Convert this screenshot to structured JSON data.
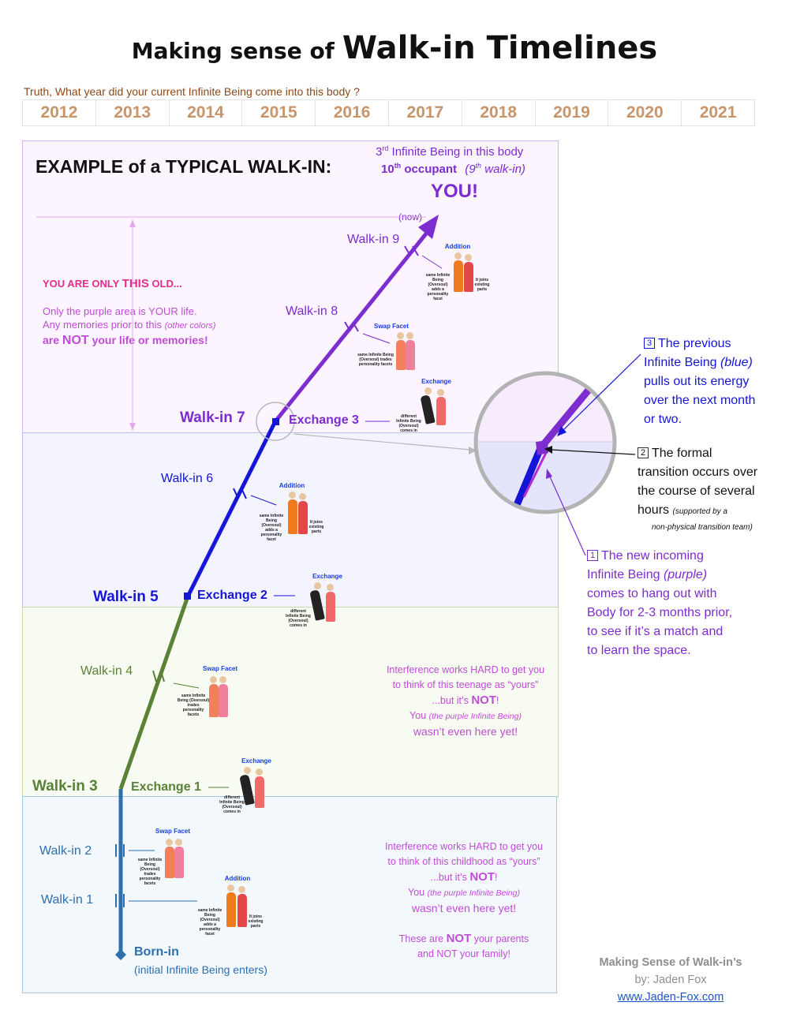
{
  "title": {
    "prefix": "Making sense of",
    "main": "Walk-in Timelines"
  },
  "question": "Truth, What year did your current Infinite Being come into this body ?",
  "years": [
    "2012",
    "2013",
    "2014",
    "2015",
    "2016",
    "2017",
    "2018",
    "2019",
    "2020",
    "2021"
  ],
  "example_title": "EXAMPLE of a TYPICAL WALK-IN:",
  "occupant": {
    "line1_pre": "3",
    "line1_sup": "rd",
    "line1_post": " Infinite Being in this body",
    "line2_pre": "10",
    "line2_sup": "th",
    "line2_post": " occupant",
    "line2_paren_pre": "(9",
    "line2_paren_sup": "th",
    "line2_paren_post": " walk-in)",
    "you": "YOU!",
    "now": "(now)"
  },
  "age_note": {
    "line1_pre": "YOU ARE ONLY ",
    "line1_bold": "THIS",
    "line1_post": " OLD...",
    "line2": "Only the purple area is YOUR life.",
    "line3_pre": "Any memories prior to this ",
    "line3_italic": "(other colors)",
    "line4_pre": "are ",
    "line4_bold": "NOT",
    "line4_post": " your life or memories!"
  },
  "walkins": {
    "w9": "Walk-in 9",
    "w8": "Walk-in 8",
    "w7": "Walk-in 7",
    "w6": "Walk-in 6",
    "w5": "Walk-in 5",
    "w4": "Walk-in 4",
    "w3": "Walk-in 3",
    "w2": "Walk-in 2",
    "w1": "Walk-in 1"
  },
  "exchanges": {
    "e1": "Exchange 1",
    "e2": "Exchange 2",
    "e3": "Exchange 3"
  },
  "born_in": {
    "title": "Born-in",
    "sub": "(initial Infinite Being enters)"
  },
  "cards": {
    "addition": {
      "title": "Addition",
      "left": "same Infinite Being (Oversoul) adds a personality facet",
      "right": "It joins existing parts"
    },
    "swap": {
      "title": "Swap Facet",
      "left": "same Infinite Being (Oversoul) trades personality facets"
    },
    "exchange": {
      "title": "Exchange",
      "left": "different Infinite Being (Oversoul) comes in"
    }
  },
  "teen_note": {
    "l1": "Interference works HARD to get you",
    "l2": "to think of this teenage as “yours”",
    "l3_pre": "...but it’s ",
    "l3_bold": "NOT",
    "l3_post": "!",
    "l4_pre": "You ",
    "l4_italic": "(the purple Infinite Being)",
    "l5": "wasn’t even here yet!"
  },
  "child_note": {
    "l1": "Interference works HARD to get you",
    "l2": "to think of this childhood as “yours”",
    "l3_pre": "...but it’s ",
    "l3_bold": "NOT",
    "l3_post": "!",
    "l4_pre": "You ",
    "l4_italic": "(the purple Infinite Being)",
    "l5": "wasn’t even here yet!",
    "l6_pre": "These are ",
    "l6_bold": "NOT",
    "l6_post": " your parents",
    "l7": "and NOT your family!"
  },
  "notes": {
    "n3": {
      "num": "3",
      "l1": "The previous",
      "l2_pre": "Infinite Being ",
      "l2_italic": "(blue)",
      "l3": "pulls out its energy",
      "l4": "over the next month",
      "l5": "or two."
    },
    "n2": {
      "num": "2",
      "l1": "The formal",
      "l2": "transition occurs over",
      "l3": "the course of several",
      "l4": "hours",
      "l4_small": "(supported by a",
      "l5_small": "non-physical transition team)"
    },
    "n1": {
      "num": "1",
      "l1": "The new incoming",
      "l2_pre": "Infinite Being ",
      "l2_italic": "(purple)",
      "l3": "comes to hang out with",
      "l4": "Body for 2-3 months prior,",
      "l5": "to see if it’s a match and",
      "l6": "to learn the space."
    }
  },
  "credit": {
    "l1": "Making Sense of Walk-in’s",
    "l2": "by: Jaden Fox",
    "link": "www.Jaden-Fox.com"
  },
  "colors": {
    "purple": "#7d2ccf",
    "blue": "#1515d8",
    "green": "#5a8236",
    "steel": "#2e6fae",
    "magenta": "#c04cd6",
    "year": "#c8956a"
  }
}
